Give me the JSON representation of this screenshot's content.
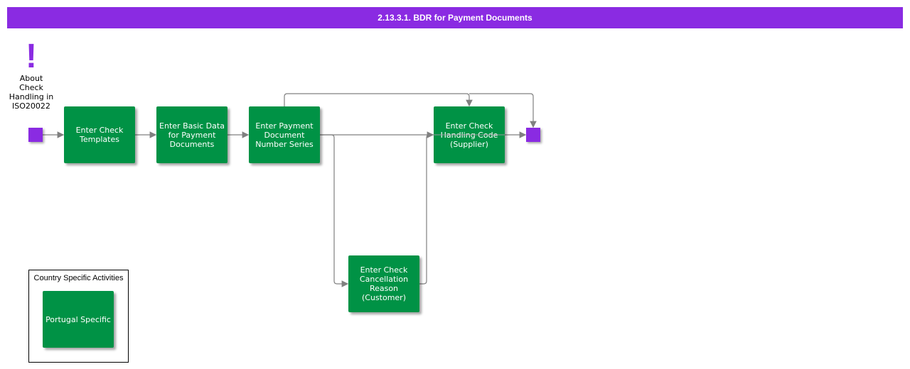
{
  "header": {
    "title": "2.13.3.1. BDR for Payment Documents"
  },
  "info": {
    "icon": "exclamation-icon",
    "label": "About\nCheck\nHandling in\nISO20022"
  },
  "boxes": {
    "enter_check_templates": "Enter Check\nTemplates",
    "enter_basic_data": "Enter Basic Data\nfor Payment\nDocuments",
    "enter_payment_document_number_series": "Enter Payment\nDocument\nNumber Series",
    "enter_check_handling_code": "Enter Check\nHandling Code\n(Supplier)",
    "enter_check_cancellation_reason": "Enter Check\nCancellation\nReason\n(Customer)"
  },
  "legend": {
    "title": "Country Specific Activities",
    "item": "Portugal Specific"
  },
  "colors": {
    "accent": "#8a2be2",
    "activity": "#009245",
    "connector": "#808080"
  }
}
